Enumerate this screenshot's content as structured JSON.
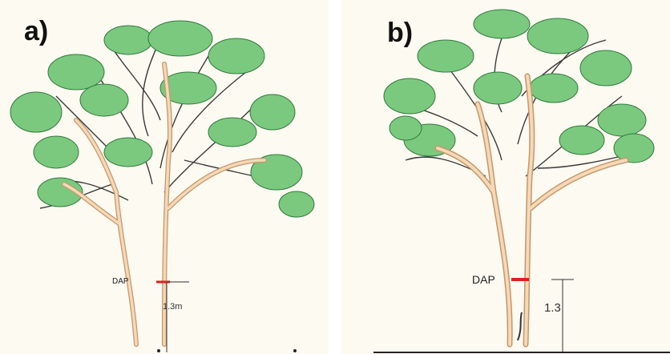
{
  "panels": [
    {
      "label": "a)",
      "dap_label": "DAP",
      "height_label": "1.3m"
    },
    {
      "label": "b)",
      "dap_label": "DAP",
      "height_label": "1.3"
    }
  ],
  "colors": {
    "background": "#fdfaf1",
    "trunk_fill": "#f3d9b7",
    "trunk_outline": "#c8956a",
    "foliage": "#7bc97e",
    "foliage_outline": "#2f7a3e",
    "branch_dark": "#3a3a3a",
    "dap_marker": "#e02020",
    "measure_line": "#333333"
  }
}
